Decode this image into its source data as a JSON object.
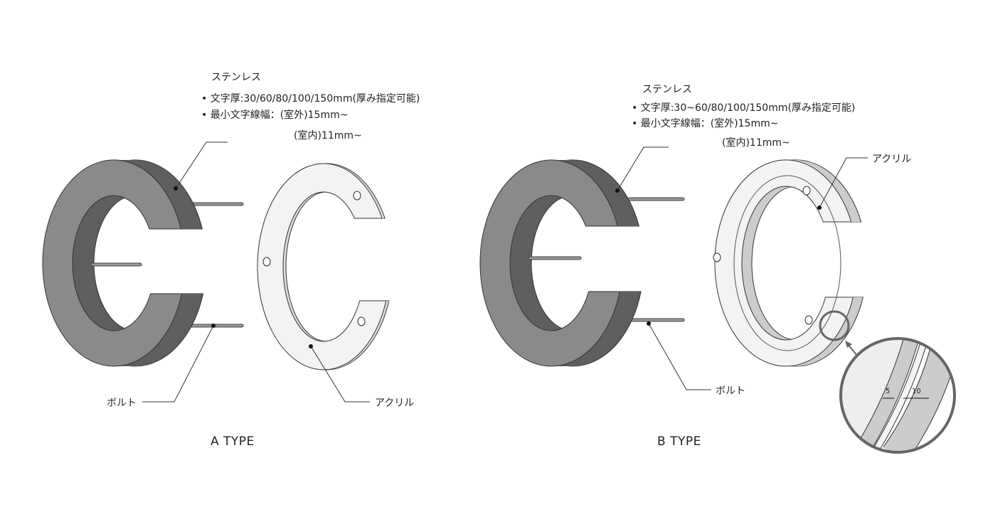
{
  "type_a": {
    "material": "ステンレス",
    "thickness": "• 文字厚:30/60/80/100/150mm(厚み指定可能)",
    "min_width": "• 最小文字線幅：(室外)15mm~",
    "min_width_indoor": "(室内)11mm~",
    "bolt_label": "ボルト",
    "acrylic_label": "アクリル",
    "title": "A TYPE"
  },
  "type_b": {
    "material": "ステンレス",
    "thickness": "• 文字厚:30~60/80/100/150mm(厚み指定可能)",
    "min_width": "• 最小文字線幅：(室外)15mm~",
    "min_width_indoor": "(室内)11mm~",
    "bolt_label": "ボルト",
    "acrylic_label": "アクリル",
    "title": "B TYPE",
    "detail_dim_1": "5",
    "detail_dim_2": "10"
  },
  "colors": {
    "steel_front": "#8a8a8a",
    "steel_side": "#5f5f5f",
    "acrylic": "#f3f3f3",
    "line": "#333333"
  }
}
